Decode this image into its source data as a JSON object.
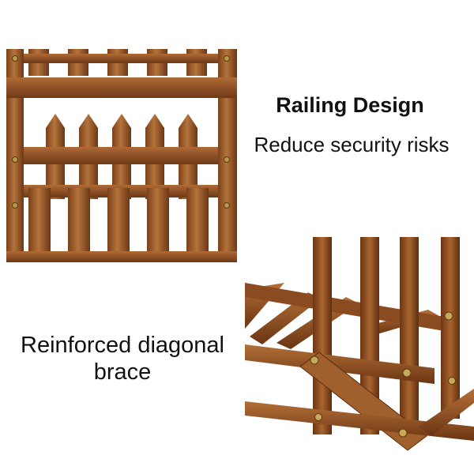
{
  "captions": {
    "railing_title": "Railing Design",
    "railing_subtitle": "Reduce security risks",
    "brace_line1": "Reinforced diagonal",
    "brace_line2": "brace"
  },
  "photos": [
    {
      "subject": "wooden-shelf-with-picket-railing"
    },
    {
      "subject": "wooden-frame-with-diagonal-brace"
    }
  ],
  "colors": {
    "wood": "#9a5a2c",
    "wood_dark": "#6e3a17",
    "wood_light": "#c98b52",
    "screw": "#b89a4a",
    "text": "#111111"
  }
}
